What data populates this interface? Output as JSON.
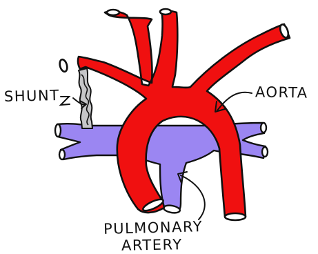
{
  "labels": {
    "shunt": "SHUNT",
    "aorta": "AORTA",
    "pulmonary_line1": "PULMONARY",
    "pulmonary_line2": "ARTERY"
  },
  "colors": {
    "aorta": "#f01010",
    "pulmonary_artery": "#9b86f2",
    "shunt": "#c6c6c8",
    "outline": "#111111",
    "background": "#ffffff"
  }
}
